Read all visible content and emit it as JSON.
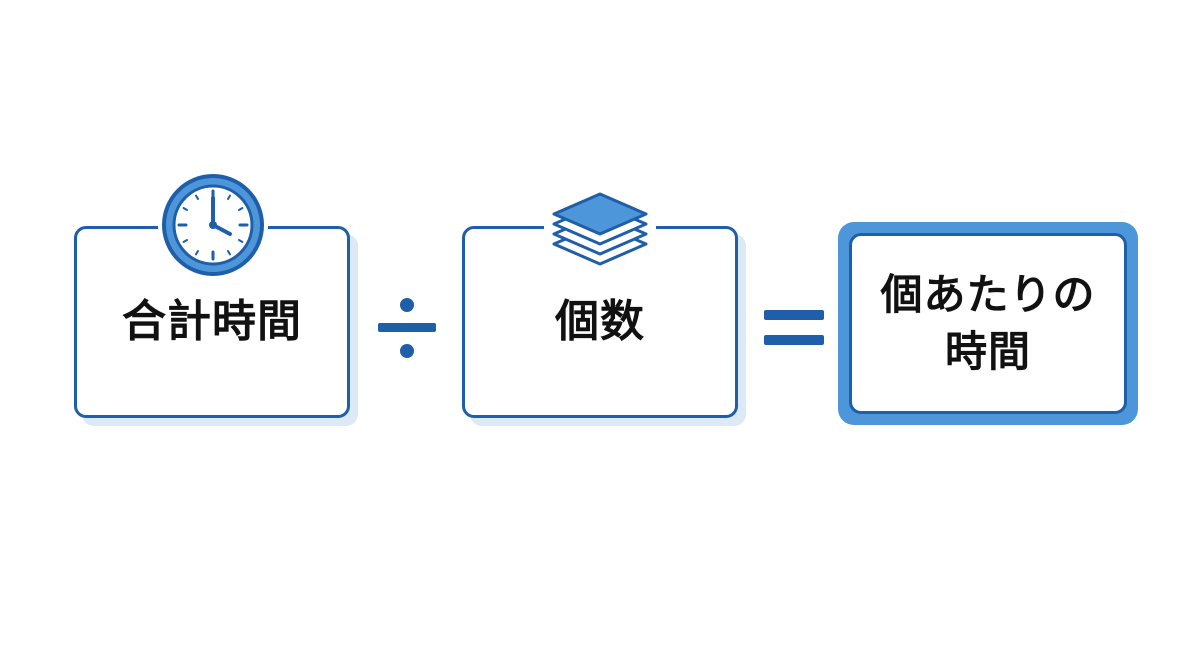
{
  "diagram": {
    "operand_total_time": {
      "label": "合計時間",
      "icon": "clock-icon"
    },
    "operator_divide": {
      "symbol": "÷"
    },
    "operand_item_count": {
      "label": "個数",
      "icon": "stacked-sheets-icon"
    },
    "operator_equals": {
      "symbol": "="
    },
    "result_time_per_item": {
      "label_line1": "個あたりの",
      "label_line2": "時間"
    }
  },
  "colors": {
    "primary": "#1f5ea8",
    "accent": "#4d96d9",
    "shadow": "#dce9f6",
    "text": "#111111"
  }
}
